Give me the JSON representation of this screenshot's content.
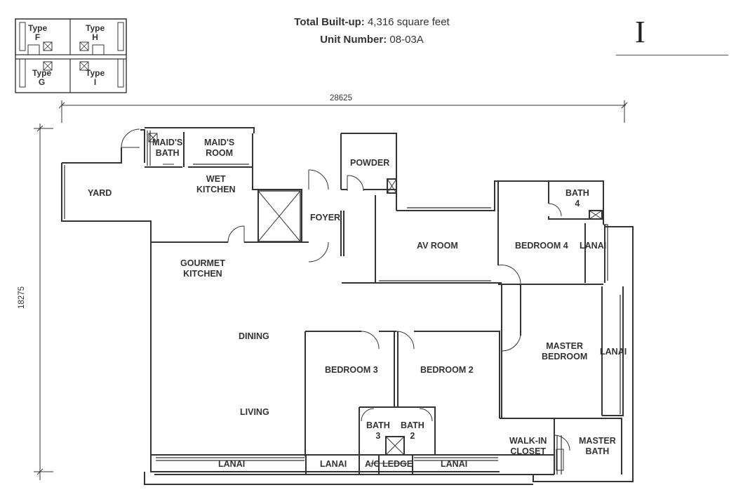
{
  "header": {
    "builtup_label": "Total Built-up:",
    "builtup_value": "4,316 square feet",
    "unit_label": "Unit Number:",
    "unit_value": "08-03A",
    "unit_type": "I"
  },
  "keyplan": {
    "types": [
      {
        "type": "Type",
        "code": "F"
      },
      {
        "type": "Type",
        "code": "H"
      },
      {
        "type": "Type",
        "code": "G"
      },
      {
        "type": "Type",
        "code": "I"
      }
    ]
  },
  "dimensions": {
    "width": "28625",
    "depth": "18275"
  },
  "rooms": {
    "maids_bath": [
      "MAID'S",
      "BATH"
    ],
    "maids_room": [
      "MAID'S",
      "ROOM"
    ],
    "wet_kitchen": [
      "WET",
      "KITCHEN"
    ],
    "yard": "YARD",
    "powder": "POWDER",
    "foyer": "FOYER",
    "bath4": [
      "BATH",
      "4"
    ],
    "av_room": "AV ROOM",
    "bedroom4": "BEDROOM 4",
    "lanai_b4": "LANAI",
    "gourmet_kitchen": [
      "GOURMET",
      "KITCHEN"
    ],
    "dining": "DINING",
    "living": "LIVING",
    "bedroom3": "BEDROOM 3",
    "bedroom2": "BEDROOM 2",
    "master_bedroom": [
      "MASTER",
      "BEDROOM"
    ],
    "lanai_master": "LANAI",
    "bath3": [
      "BATH",
      "3"
    ],
    "bath2": [
      "BATH",
      "2"
    ],
    "walkin_closet": [
      "WALK-IN",
      "CLOSET"
    ],
    "master_bath": [
      "MASTER",
      "BATH"
    ],
    "lanai_living": "LANAI",
    "lanai_b3": "LANAI",
    "ac_ledge": "A/C LEDGE",
    "lanai_b2": "LANAI"
  }
}
